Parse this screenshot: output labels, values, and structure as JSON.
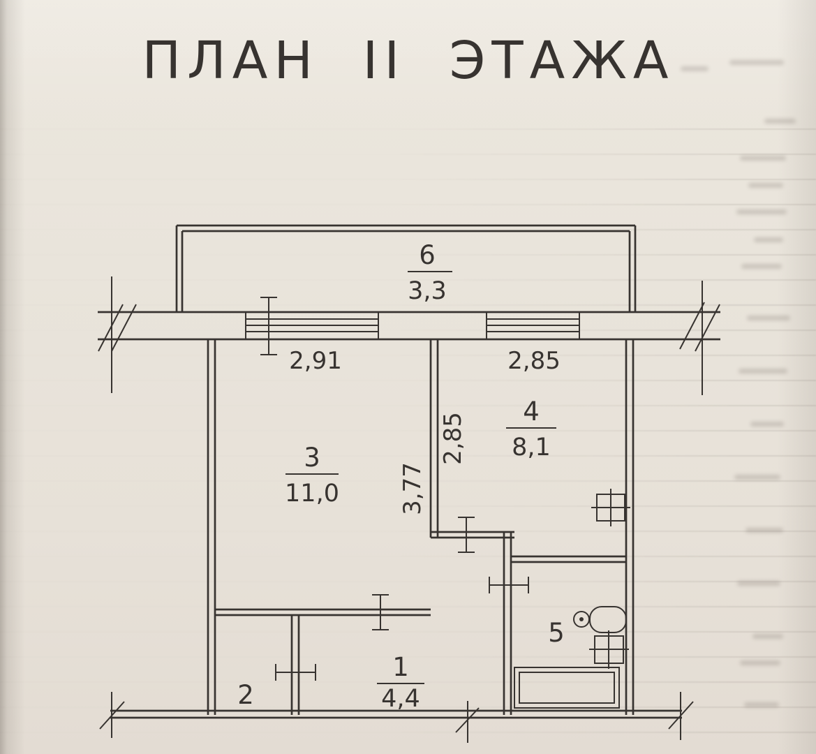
{
  "title": "ПЛАН II ЭТАЖА",
  "colors": {
    "paper": "#e8e3da",
    "ink": "#373330"
  },
  "rooms": {
    "r6": {
      "number": "6",
      "area": "3,3"
    },
    "r3": {
      "number": "3",
      "area": "11,0"
    },
    "r4": {
      "number": "4",
      "area": "8,1"
    },
    "r1": {
      "number": "1",
      "area": "4,4"
    },
    "r2": {
      "number": "2"
    },
    "r5": {
      "number": "5"
    }
  },
  "dimensions": {
    "balcony_left_width": "2,91",
    "balcony_right_width": "2,85",
    "living_depth": "3,77",
    "kitchen_depth": "2,85"
  }
}
